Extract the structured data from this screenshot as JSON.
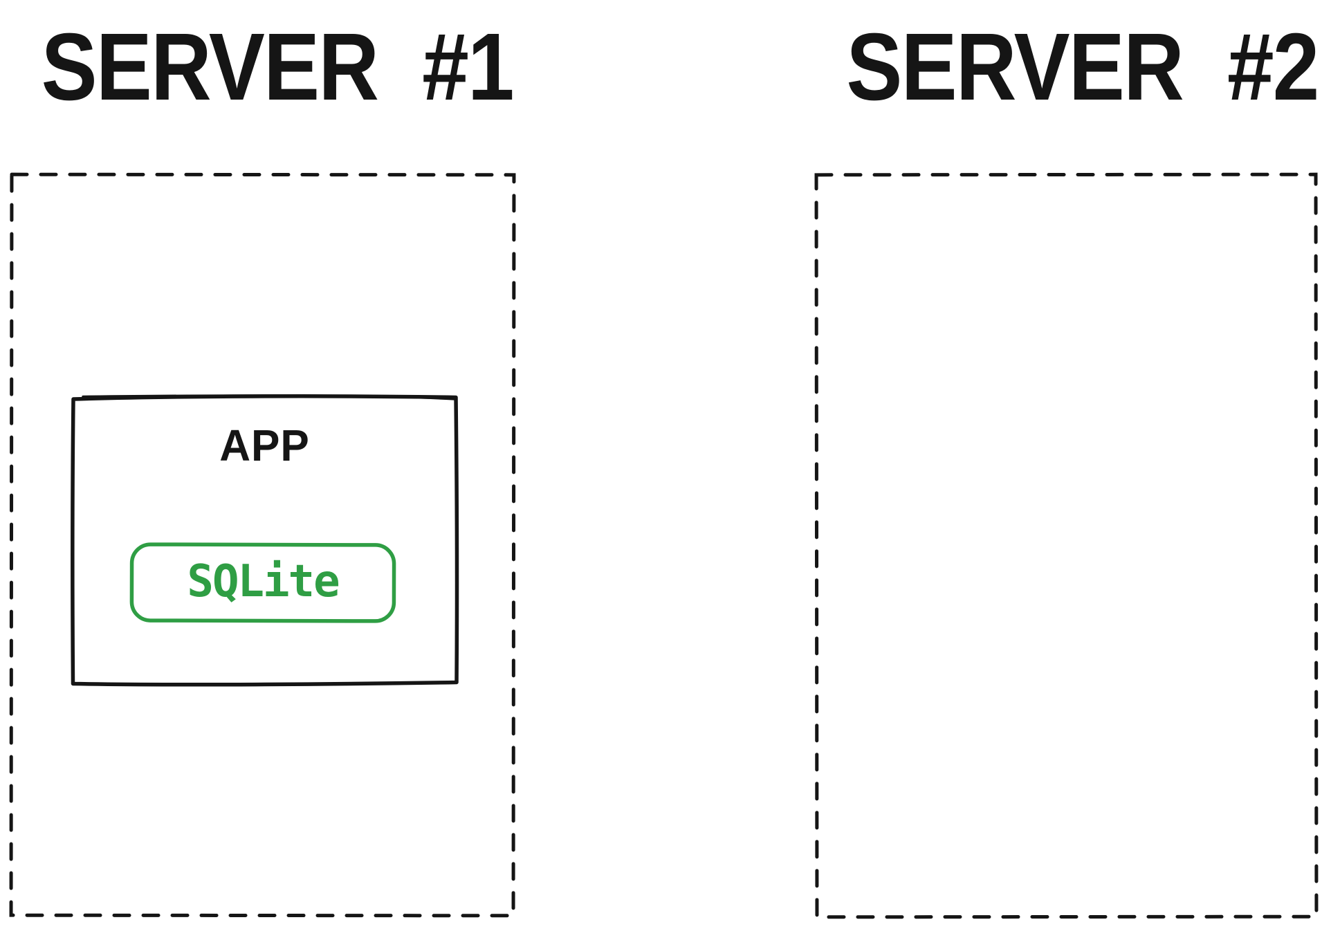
{
  "diagram": {
    "type": "architecture-sketch",
    "background_color": "#ffffff",
    "stroke_color": "#151515",
    "accent_green": "#2f9e44",
    "servers": [
      {
        "title": "SERVER  #1"
      },
      {
        "title": "SERVER  #2"
      }
    ],
    "app": {
      "label": "APP"
    },
    "database": {
      "label": "SQLite"
    }
  }
}
